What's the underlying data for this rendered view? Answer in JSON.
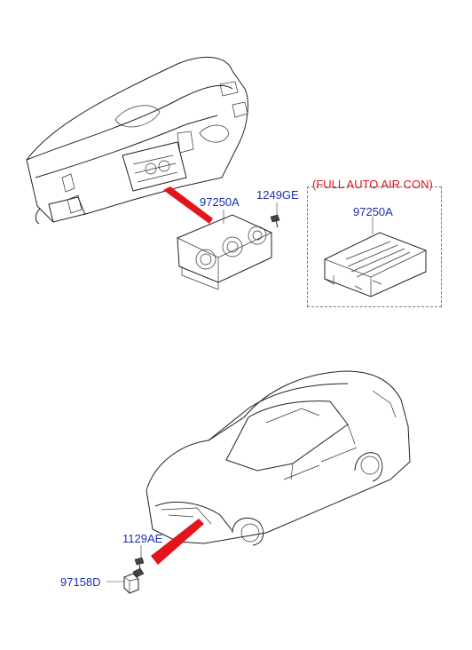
{
  "parts": {
    "heater_control_a": "97250A",
    "screw_a": "1249GE",
    "full_auto_note": "(FULL AUTO AIR CON)",
    "heater_control_b": "97250A",
    "bolt": "1129AE",
    "sensor": "97158D"
  },
  "colors": {
    "label": "#1a2fb0",
    "note": "#e3141b",
    "pointer": "#e3141b",
    "line": "#222222"
  }
}
